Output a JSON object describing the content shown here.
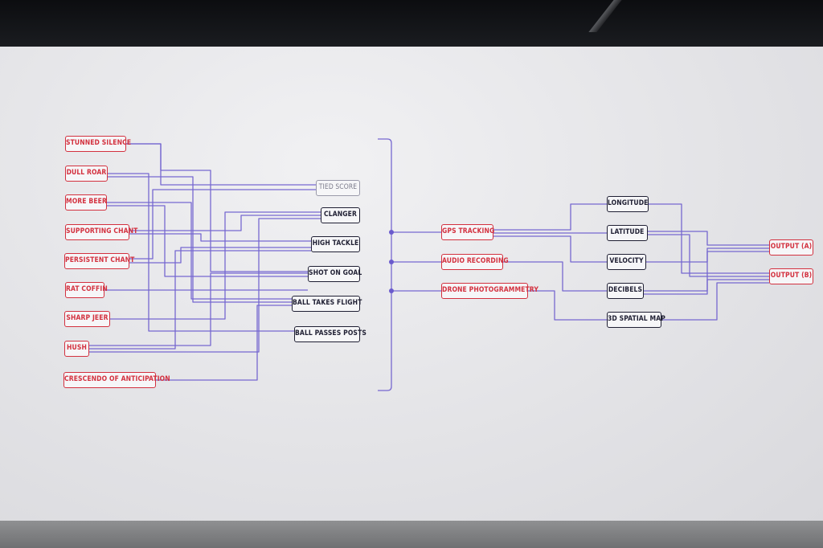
{
  "colors": {
    "wire": "#6a5acd",
    "input": "#d3313f",
    "node": "#1f1f33",
    "faded": "#9a9aaa"
  },
  "diagram": {
    "inputs": [
      "STUNNED SILENCE",
      "DULL ROAR",
      "MORE BEER",
      "SUPPORTING CHANT",
      "PERSISTENT CHANT",
      "RAT COFFIN",
      "SHARP JEER",
      "HUSH",
      "CRESCENDO OF ANTICIPATION"
    ],
    "events": [
      "TIED SCORE",
      "CLANGER",
      "HIGH TACKLE",
      "SHOT ON GOAL",
      "BALL TAKES FLIGHT",
      "BALL PASSES POSTS"
    ],
    "sensors": [
      "GPS TRACKING",
      "AUDIO RECORDING",
      "DRONE PHOTOGRAMMETRY"
    ],
    "measures": [
      "LONGITUDE",
      "LATITUDE",
      "VELOCITY",
      "DECIBELS",
      "3D SPATIAL MAP"
    ],
    "outputs": [
      "OUTPUT (A)",
      "OUTPUT (B)"
    ]
  }
}
